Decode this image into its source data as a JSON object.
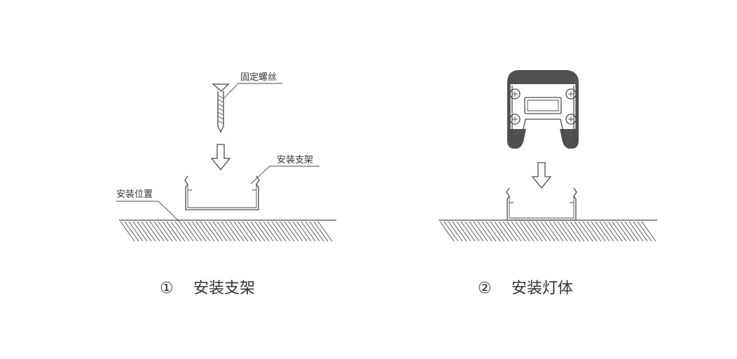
{
  "steps": [
    {
      "number": "①",
      "caption": "安装支架",
      "labels": {
        "screw": "固定螺丝",
        "bracket": "安装支架",
        "position": "安装位置"
      }
    },
    {
      "number": "②",
      "caption": "安装灯体"
    }
  ],
  "colors": {
    "line": "#4a4a4a",
    "lamp_body": "#505050",
    "text": "#333333"
  },
  "icons": [
    "screw-icon",
    "down-arrow-icon",
    "bracket-icon",
    "ground-hatch-icon",
    "lamp-body-icon"
  ]
}
